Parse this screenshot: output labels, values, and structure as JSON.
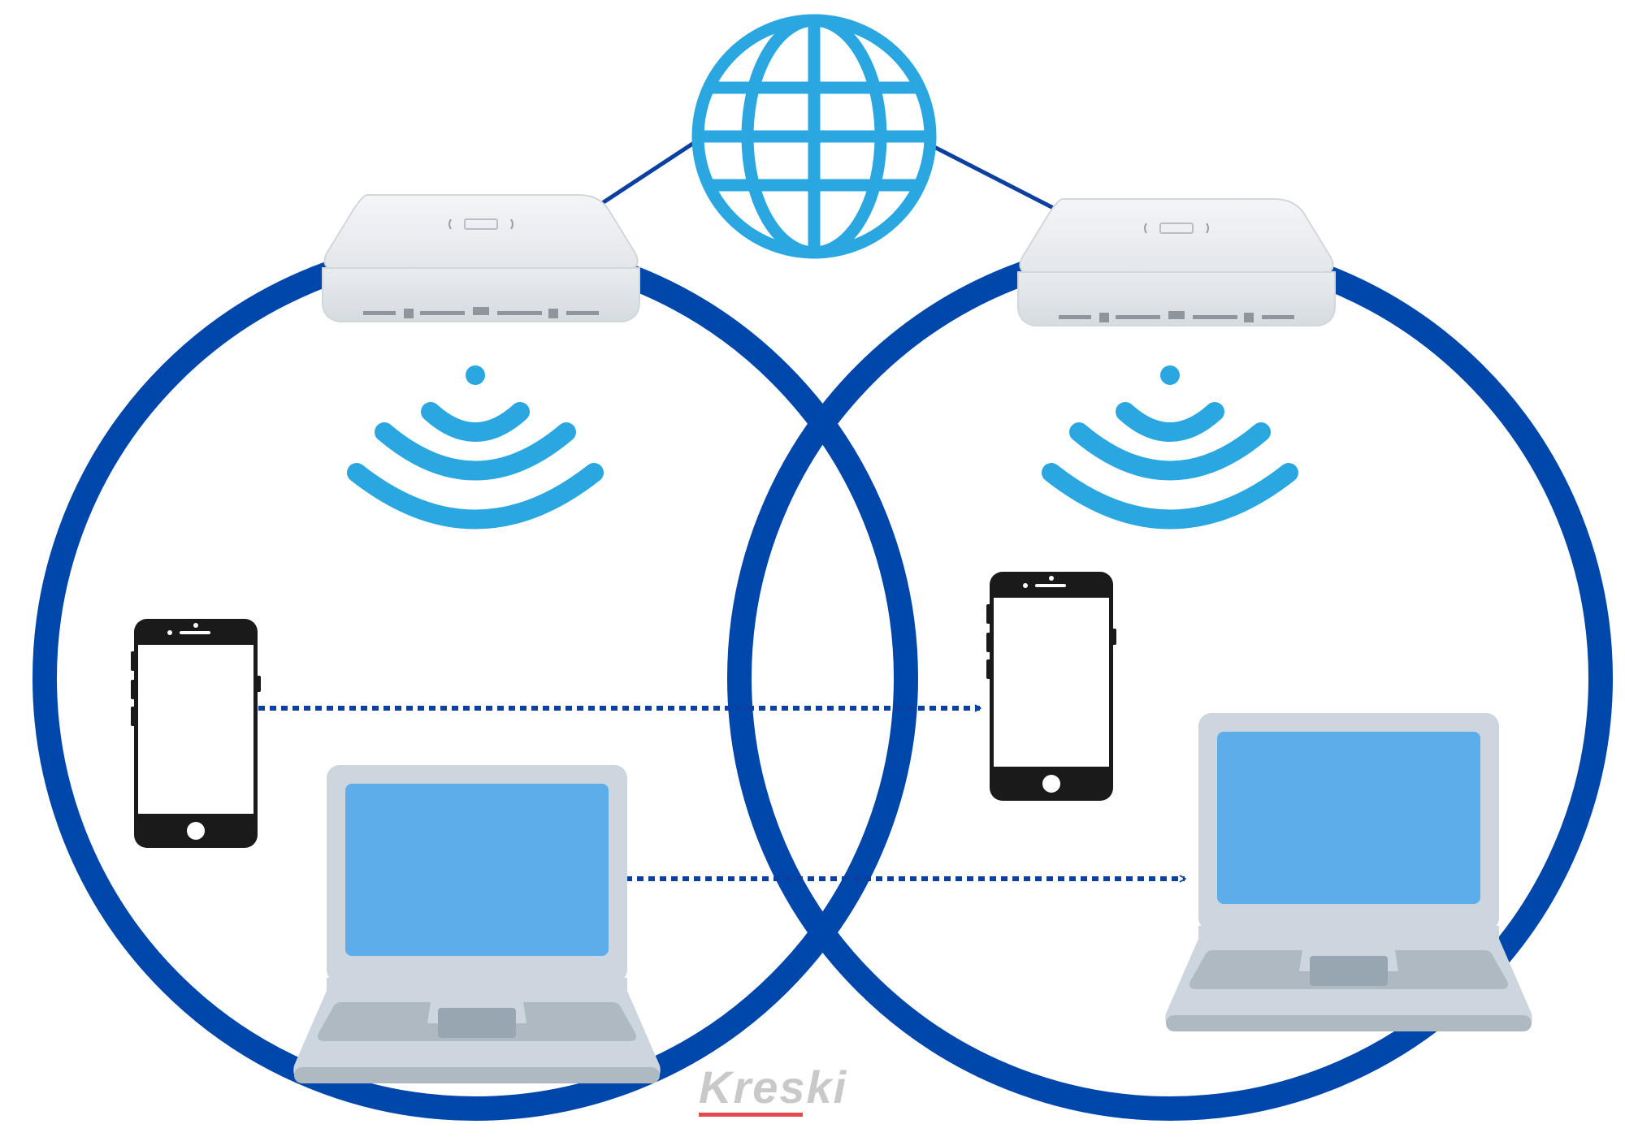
{
  "diagram": {
    "nodes": [
      {
        "id": "internet",
        "icon": "globe-icon"
      },
      {
        "id": "access-point-left",
        "icon": "access-point-icon"
      },
      {
        "id": "access-point-right",
        "icon": "access-point-icon"
      },
      {
        "id": "phone-left",
        "icon": "smartphone-icon"
      },
      {
        "id": "phone-right",
        "icon": "smartphone-icon"
      },
      {
        "id": "laptop-left",
        "icon": "laptop-icon"
      },
      {
        "id": "laptop-right",
        "icon": "laptop-icon"
      }
    ],
    "links": [
      {
        "from": "access-point-left",
        "to": "internet",
        "style": "solid"
      },
      {
        "from": "access-point-right",
        "to": "internet",
        "style": "solid"
      },
      {
        "from": "phone-left",
        "to": "phone-right",
        "style": "dotted-arrow"
      },
      {
        "from": "laptop-left",
        "to": "laptop-right",
        "style": "dotted-arrow"
      }
    ],
    "coverage_areas": [
      {
        "id": "coverage-left",
        "contains": [
          "access-point-left",
          "phone-left",
          "laptop-left"
        ]
      },
      {
        "id": "coverage-right",
        "contains": [
          "access-point-right",
          "phone-right",
          "laptop-right"
        ]
      }
    ]
  },
  "watermark": {
    "text": "Kreski"
  },
  "colors": {
    "circle": "#0047AB",
    "line": "#0B3FA0",
    "globe": "#2AA7E0",
    "wifi": "#2AA7E0",
    "phone": "#1A1A1A",
    "laptop_frame": "#CDD6DE",
    "laptop_screen": "#5DADEB",
    "laptop_base": "#AEB9C2",
    "access_point": "#EEF0F2",
    "watermark": "#C9C9C9",
    "watermark_accent": "#E54B4B"
  }
}
